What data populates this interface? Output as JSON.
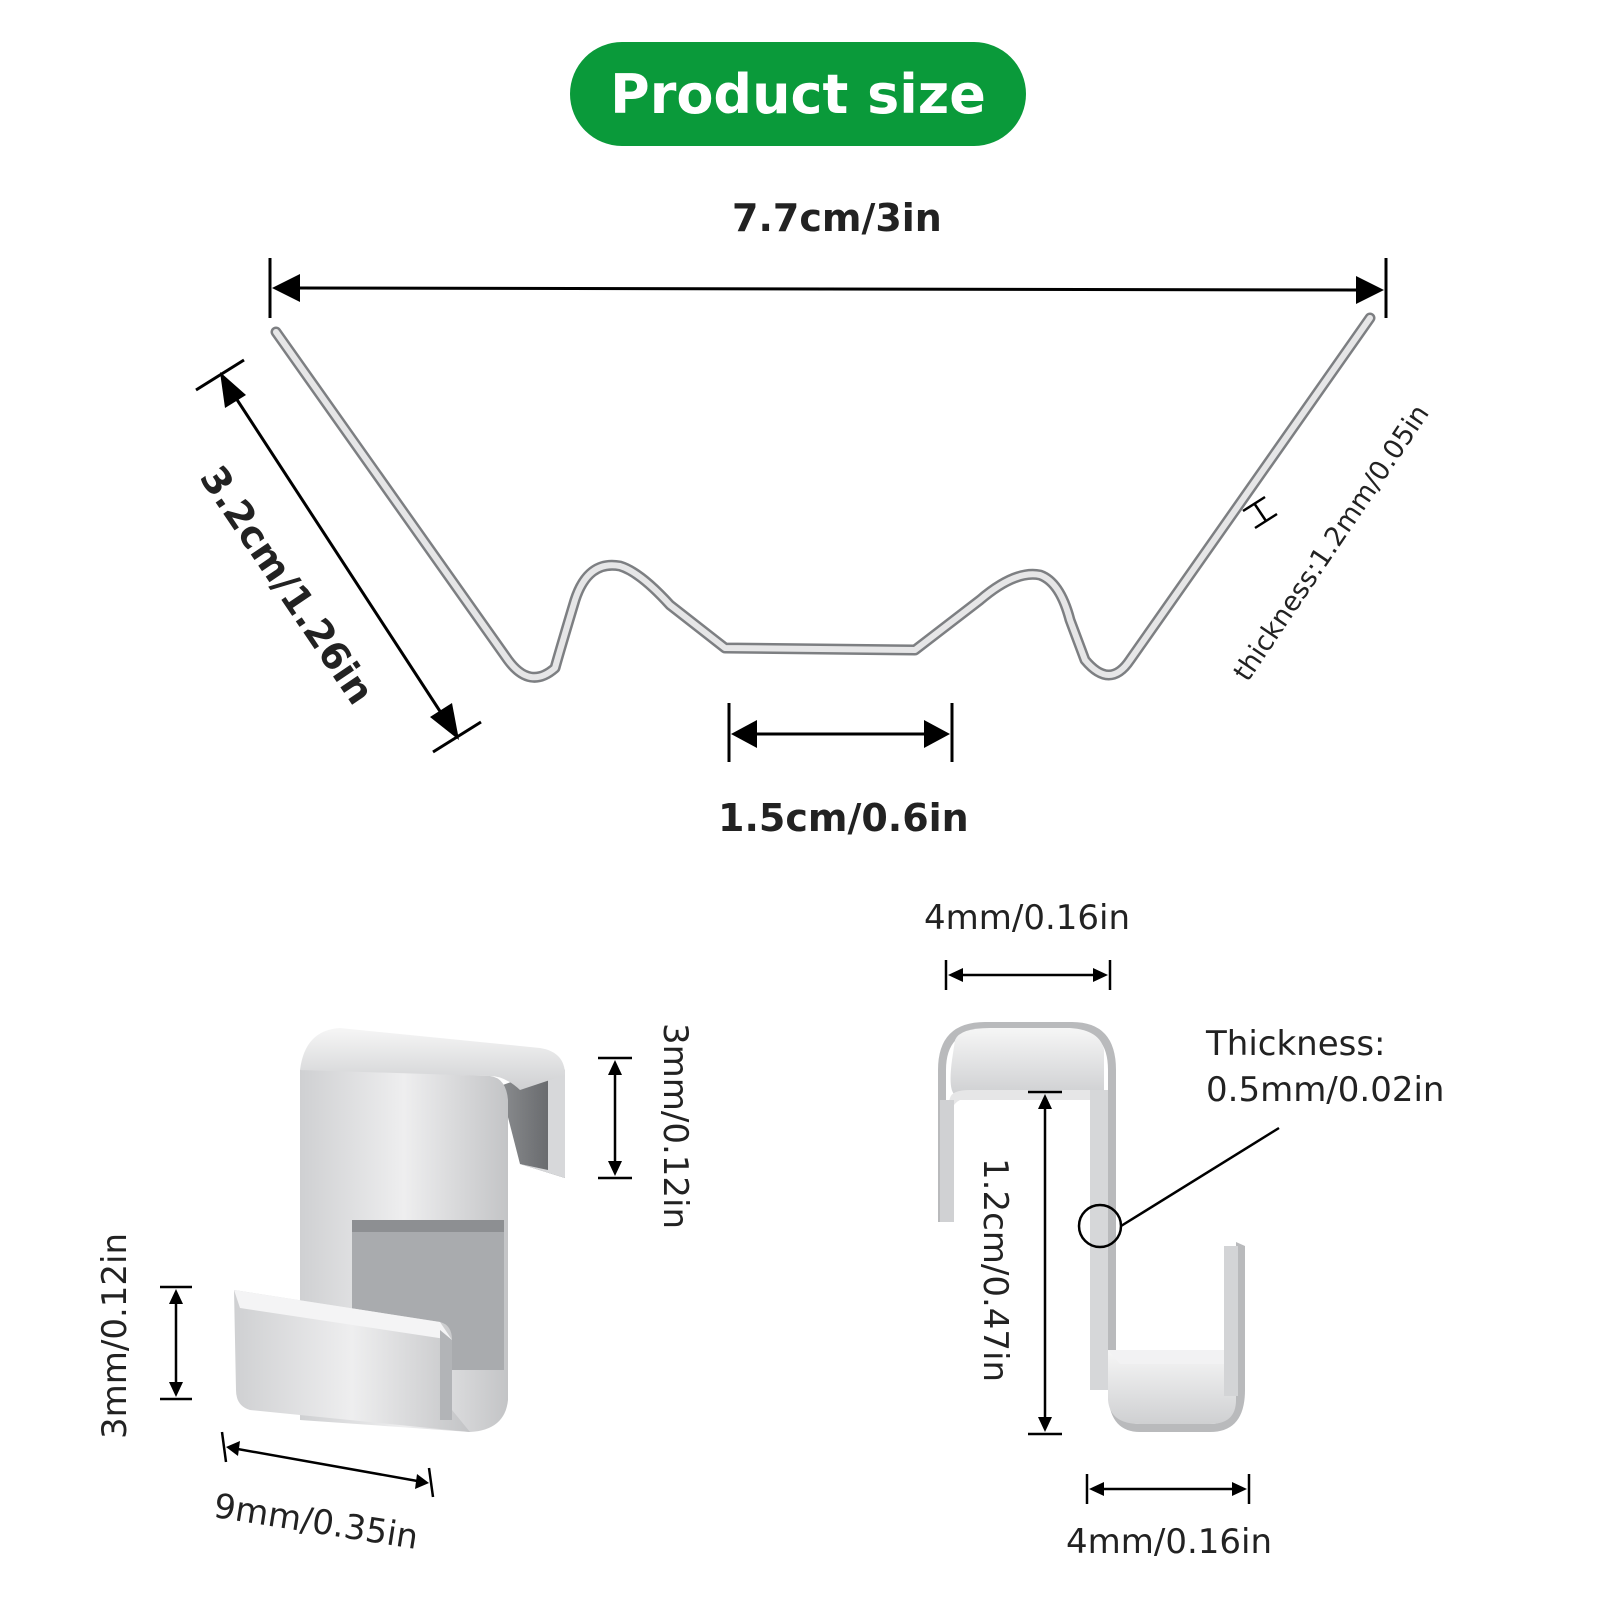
{
  "title": "Product size",
  "colors": {
    "accent": "#0a9a3a",
    "line": "#000000",
    "metal_light": "#f2f2f2",
    "metal_mid": "#c8c9cb",
    "metal_dark": "#6e7073"
  },
  "wire_clip": {
    "total_length": "7.7cm/3in",
    "arm_length": "3.2cm/1.26in",
    "bottom_width": "1.5cm/0.6in",
    "thickness": "thickness:1.2mm/0.05in"
  },
  "s_clip_left": {
    "top_height": "3mm/0.12in",
    "bottom_height": "3mm/0.12in",
    "width": "9mm/0.35in"
  },
  "s_clip_right": {
    "top_width": "4mm/0.16in",
    "bottom_width": "4mm/0.16in",
    "height": "1.2cm/0.47in",
    "thickness_label": "Thickness:",
    "thickness_value": "0.5mm/0.02in"
  }
}
